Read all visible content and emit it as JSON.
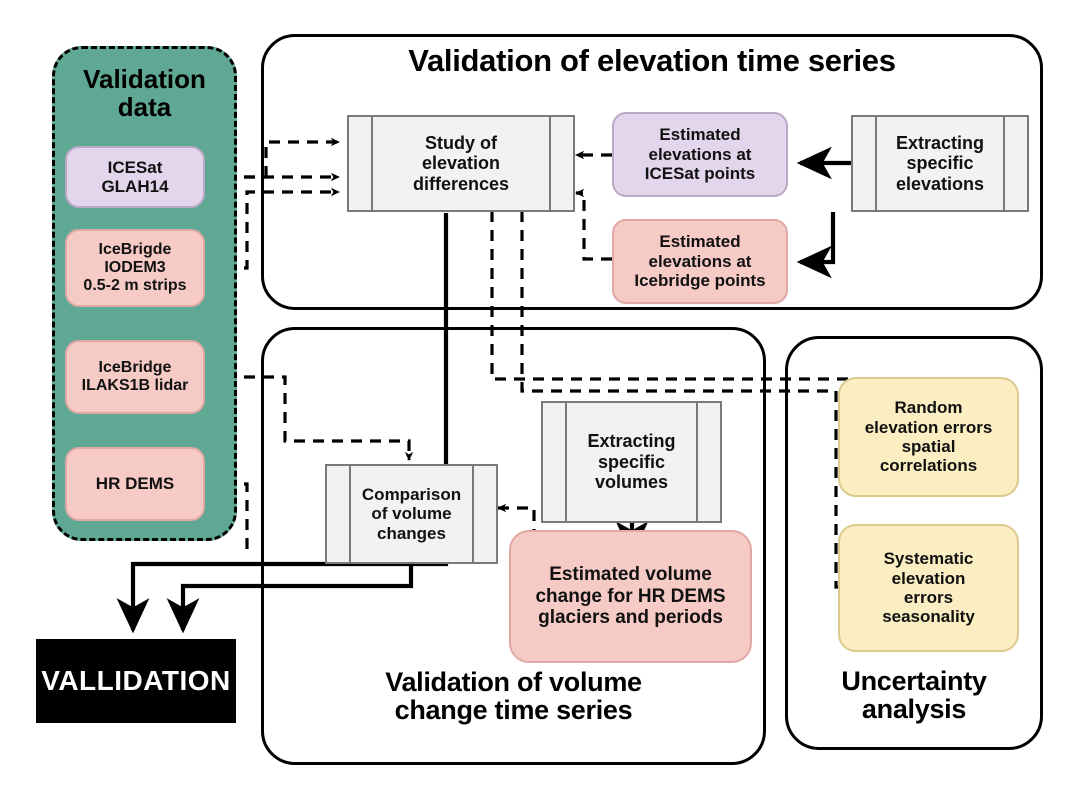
{
  "diagram": {
    "title": "Validation workflow flowchart",
    "colors": {
      "validation_data_panel": "#5fa894",
      "icesat_box": "#e3d6ec",
      "icebridge_box": "#f6cbc6",
      "uncertainty_box": "#fbeec2",
      "process_box": "#f2f2f2",
      "terminal_box": "#000000",
      "line": "#000000"
    }
  },
  "validation_data": {
    "title_line1": "Validation",
    "title_line2": "data",
    "items": [
      {
        "label": "ICESat\nGLAH14",
        "color": "purple"
      },
      {
        "label": "IceBrigde\nIODEM3\n0.5-2 m strips",
        "color": "pink"
      },
      {
        "label": "IceBridge\nILAKS1B lidar",
        "color": "pink"
      },
      {
        "label": "HR DEMS",
        "color": "pink"
      }
    ]
  },
  "panel_elevation": {
    "title": "Validation of elevation time series",
    "nodes": {
      "study": "Study of\nelevation\ndifferences",
      "est_icesat": "Estimated\nelevations at\nICESat points",
      "est_icebridge": "Estimated\nelevations at\nIcebridge points",
      "extracting": "Extracting\nspecific\nelevations"
    }
  },
  "panel_volume": {
    "title_line1": "Validation of volume",
    "title_line2": "change time series",
    "nodes": {
      "comparison": "Comparison\nof volume\nchanges",
      "extracting_volumes": "Extracting\nspecific\nvolumes",
      "estimated_volume": "Estimated volume\nchange for HR DEMS\nglaciers and periods"
    }
  },
  "panel_uncertainty": {
    "title_line1": "Uncertainty",
    "title_line2": "analysis",
    "nodes": {
      "random": "Random\nelevation errors\nspatial\ncorrelations",
      "systematic": "Systematic\nelevation\nerrors\nseasonality"
    }
  },
  "terminal": {
    "label": "VALLIDATION"
  }
}
